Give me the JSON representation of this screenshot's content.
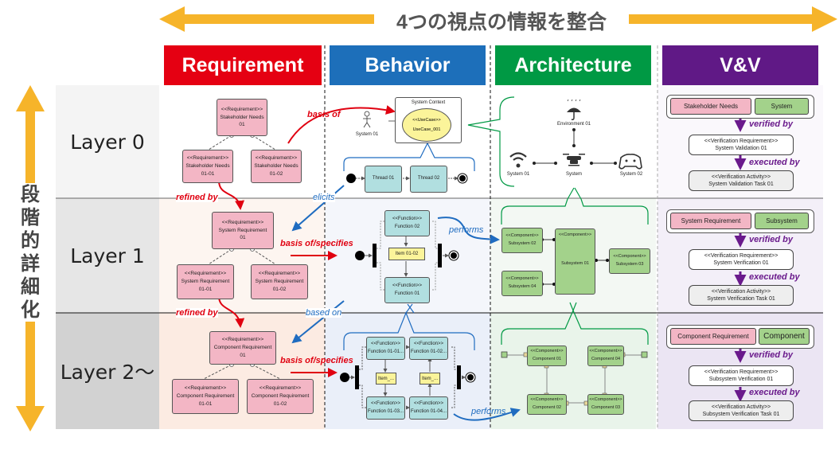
{
  "top_banner": {
    "text": "4つの視点の情報を整合",
    "arrow_color": "#f6b42a"
  },
  "side_banner": {
    "text": "段階的詳細化",
    "arrow_color": "#f6b42a"
  },
  "columns": [
    {
      "label": "Requirement",
      "color": "#e50012"
    },
    {
      "label": "Behavior",
      "color": "#1d6fba"
    },
    {
      "label": "Architecture",
      "color": "#009944"
    },
    {
      "label": "V&V",
      "color": "#601986"
    }
  ],
  "layers": [
    {
      "label": "Layer 0"
    },
    {
      "label": "Layer 1"
    },
    {
      "label": "Layer 2～"
    }
  ],
  "requirement": {
    "stereotype": "<<Requirement>>",
    "layer0": {
      "parent": [
        "Stakeholder Needs",
        "01"
      ],
      "children": [
        [
          "Stakeholder Needs",
          "01-01"
        ],
        [
          "Stakeholder Needs",
          "01-02"
        ]
      ]
    },
    "layer1": {
      "parent": [
        "System Requirement",
        "01"
      ],
      "children": [
        [
          "System Requirement",
          "01-01"
        ],
        [
          "System Requirement",
          "01-02"
        ]
      ]
    },
    "layer2": {
      "parent": [
        "Component Requirement",
        "01"
      ],
      "children": [
        [
          "Component Requirement",
          "01-01"
        ],
        [
          "Component Requirement",
          "01-02"
        ]
      ]
    }
  },
  "relations": {
    "basis_of": "basis of",
    "refined_by": "refined by",
    "elicits": "elicits",
    "basis_of_specifies": "basis of/specifies",
    "based_on": "based on",
    "performs": "performs",
    "verified_by": "verified by",
    "executed_by": "executed by"
  },
  "behavior": {
    "layer0": {
      "context_title": "System Context",
      "usecase_stereotype": "<<UseCase>>",
      "usecase_name": "UseCase_001",
      "actor": "System 01",
      "threads": [
        "Thread 01",
        "Thread 02"
      ]
    },
    "layer1": {
      "fn_stereotype": "<<Function>>",
      "functions": [
        "Function 02",
        "Function 01"
      ],
      "item": "Item 01-02"
    },
    "layer2": {
      "fn_stereotype": "<<Function>>",
      "functions": [
        "Function 01-01...",
        "Function 01-02...",
        "Function 01-03...",
        "Function 01-04..."
      ],
      "items": [
        "Item_...",
        "Item_..."
      ]
    }
  },
  "architecture": {
    "layer0": {
      "environment": "Environment 01",
      "center": "System",
      "left": "System 01",
      "right": "System 02"
    },
    "layer1": {
      "stereotype": "<<Component>>",
      "subsystems": [
        "Subsystem 02",
        "Subsystem 04",
        "Subsystem 01",
        "Subsystem 03"
      ]
    },
    "layer2": {
      "stereotype": "<<Component>>",
      "components": [
        "Component 01",
        "Component 04",
        "Component 02",
        "Component 03"
      ]
    }
  },
  "vv": {
    "ver_req_stereotype": "<<Verification Requirement>>",
    "ver_act_stereotype": "<<Verification Activity>>",
    "layer0": {
      "req_tag": "Stakeholder Needs",
      "arch_tag": "System",
      "requirement": "System Validation 01",
      "activity": "System Validation Task 01"
    },
    "layer1": {
      "req_tag": "System Requirement",
      "arch_tag": "Subsystem",
      "requirement": "System Verification 01",
      "activity": "System Verification Task 01"
    },
    "layer2": {
      "req_tag": "Component Requirement",
      "arch_tag": "Component",
      "requirement": "Subsystem Verification 01",
      "activity": "Subsystem Verification Task 01"
    }
  }
}
